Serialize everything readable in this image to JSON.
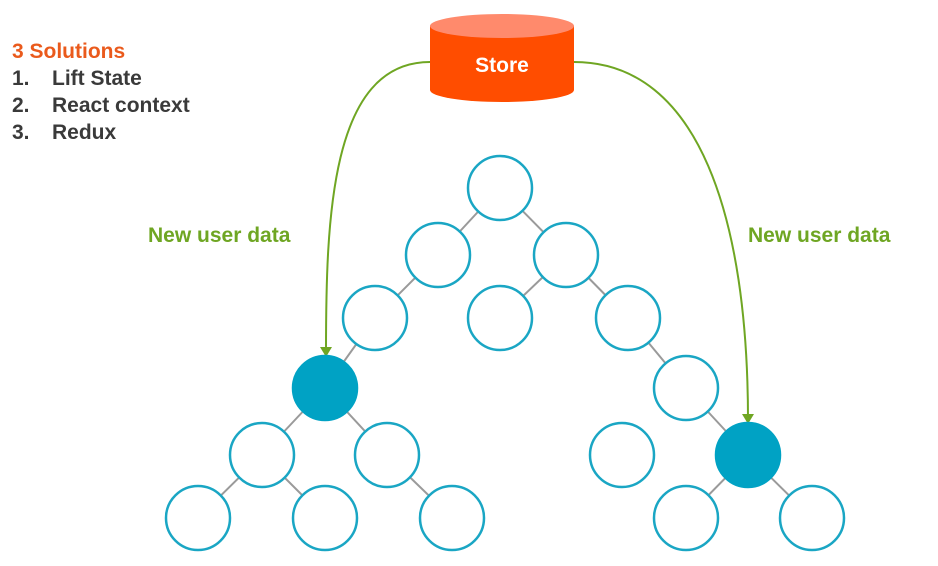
{
  "solutions": {
    "heading": "3 Solutions",
    "items": [
      {
        "num": "1.",
        "label": "Lift State"
      },
      {
        "num": "2.",
        "label": "React context"
      },
      {
        "num": "3.",
        "label": "Redux"
      }
    ]
  },
  "store": {
    "label": "Store"
  },
  "arrows": {
    "left_label": "New user data",
    "right_label": "New user data"
  },
  "colors": {
    "store_body": "#ff4d00",
    "store_top": "#ff8a6c",
    "node_outline": "#1aa6c4",
    "node_highlight": "#00a2c4",
    "arrow": "#6fa623",
    "edge": "#9a9a9a",
    "heading": "#ea5a1c"
  }
}
